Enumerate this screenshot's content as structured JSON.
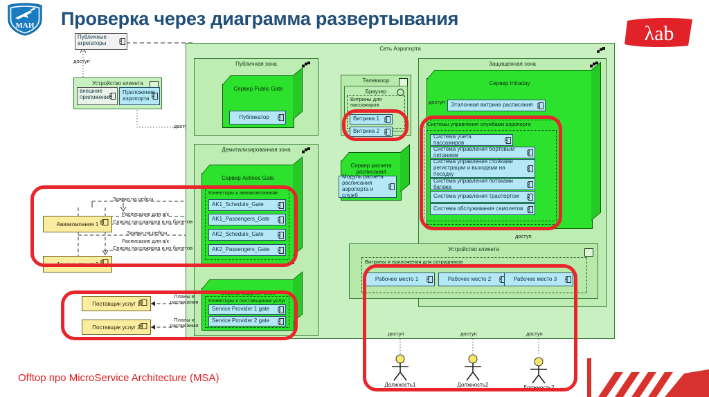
{
  "header": {
    "title": "Проверка через диаграмма развертывания",
    "mai_logo_alt": "МАИ",
    "lab_logo_alt": "λab"
  },
  "footer": {
    "text": "Offtop про MicroService Architecture (MSA)"
  },
  "colors": {
    "title": "#1F4E79",
    "highlight": "#E8252A",
    "zone_fill": "#C9F0C0",
    "server_fill": "#2DE22D",
    "component_fill": "#B5E8F7",
    "external_fill": "#FAEDA0",
    "footer_text": "#E02020"
  },
  "diagram": {
    "left_column": {
      "public_aggregators": "Публичные агрегаторы",
      "client_device": "Устройство клиента",
      "external_apps": "внешние приложения",
      "airport_app": "Приложение аэропорта",
      "access_label_1": "доступ",
      "access_label_2": "доступ"
    },
    "airport_network": {
      "label": "Сеть Аэропорта",
      "public_zone": {
        "label": "Публичная зона",
        "server": "Сервер Public Gate",
        "component": "Публикатор"
      },
      "dmz_zone": {
        "label": "Демитализированная  зона",
        "airlines_server": {
          "title": "Сервер Airlines Gate",
          "group": "Конекторы к авиакомпаниям",
          "components": [
            "AK1_Schedule_Gate",
            "AK1_Passengers_Gate",
            "AK2_Schedule_Gate",
            "AK2_Passengers_Gate"
          ]
        },
        "supplier_server": {
          "title": "Сервер Supplier Gate",
          "group": "Конекторы к поставщикам услуг",
          "components": [
            "Service Provider 1 gate",
            "Service Provider 2 gate"
          ]
        }
      },
      "tv": {
        "label": "Телевизор",
        "browser": "Браузер",
        "group": "Витрины для пассажиров",
        "components": [
          "Витрина 1",
          "Витрина 2"
        ]
      },
      "schedule_server": {
        "title": "Сервер расчета расписания",
        "component": "Модуль расчета расписания аэропорта и служб"
      },
      "protected_zone": {
        "label": "Защищенная  зона",
        "intraday_server": {
          "title": "Сервер Intraday",
          "reference_showcase": "Эталонная витрина расписания",
          "access_label": "доступ",
          "group": "Системы управления службами аэропорта",
          "systems": [
            "Система учета пассажиров",
            "Система управления бортовым питанием",
            "Система управления стойками регистрации и выходами на посадку",
            "Система управления потоками багажа",
            "Система управления траспортом",
            "Система обслуживания самолетов"
          ]
        },
        "access_label": "доступ",
        "staff_device": {
          "label": "Устройство клиента",
          "group": "Витрины и приложения для сотрудников",
          "components": [
            "Рабочее место 1",
            "Рабочее место 2",
            "Рабочее место 3"
          ]
        }
      }
    },
    "airlines": [
      {
        "name": "Авиакомпания 1",
        "edges": [
          "Заявки на рейсы",
          "Расписание для а/к",
          "Списки пассажиров и их билетов"
        ]
      },
      {
        "name": "Авиакомпания 2",
        "edges": [
          "Заявки на рейсы",
          "Расписание для а/к",
          "Списки пассажиров и их билетов"
        ]
      }
    ],
    "suppliers": [
      {
        "name": "Поставщик услуг 1",
        "edge": "Планы и расписания"
      },
      {
        "name": "Поставщик услуг 2",
        "edge": "Планы и расписания"
      }
    ],
    "actors": [
      {
        "label": "Должность1",
        "access": "доступ"
      },
      {
        "label": "Должность2",
        "access": "доступ"
      },
      {
        "label": "Должность2",
        "access": "доступ"
      }
    ]
  }
}
